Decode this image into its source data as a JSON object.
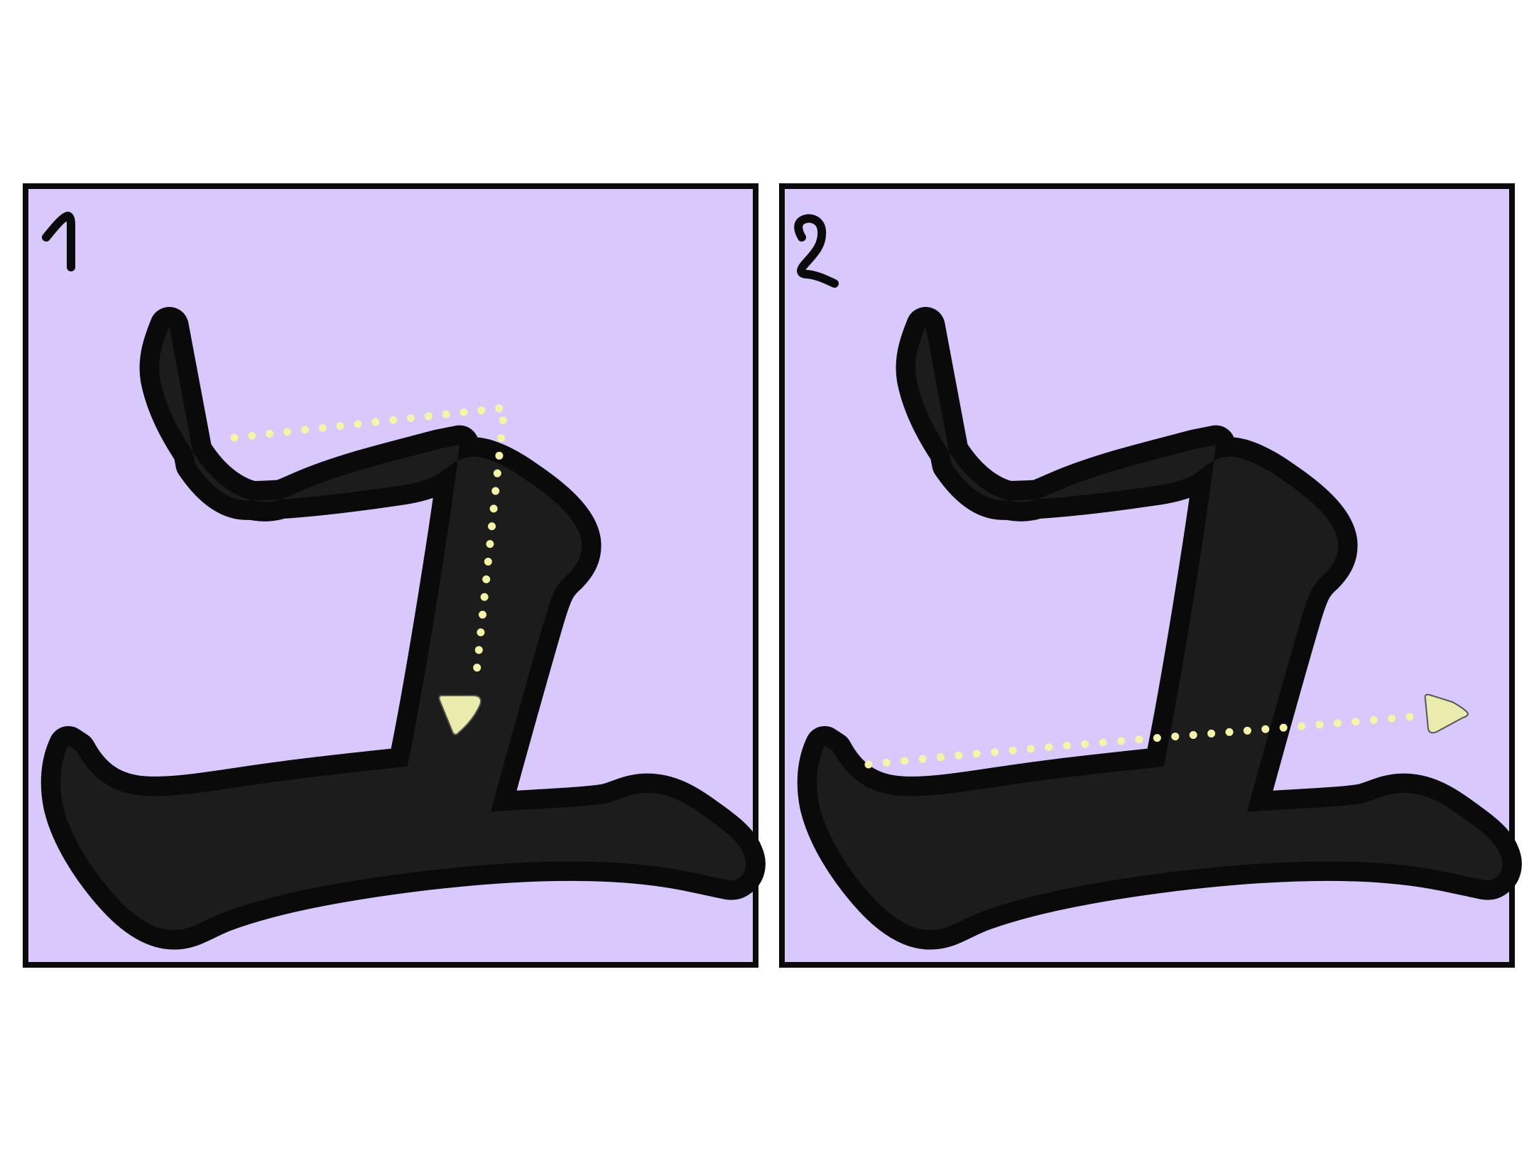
{
  "cards": [
    {
      "step": "1",
      "character": "ユ",
      "highlighted_stroke": 1
    },
    {
      "step": "2",
      "character": "ユ",
      "highlighted_stroke": 2
    }
  ],
  "colors": {
    "card_background": "#d8c8fb",
    "glyph_fill": "#1c1c1c",
    "outline": "#0a0a0a",
    "guide_dots": "#f6f4a6",
    "arrow_fill": "#ecebae"
  },
  "icons": {
    "stroke_guide": "dotted-line",
    "arrow": "triangle-arrow"
  }
}
